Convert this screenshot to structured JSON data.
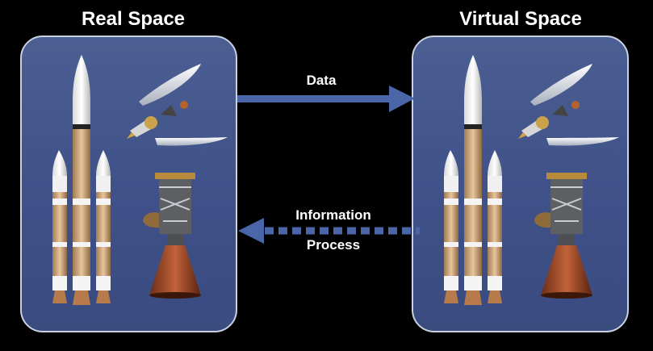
{
  "panels": {
    "left": {
      "title": "Real Space"
    },
    "right": {
      "title": "Virtual Space"
    }
  },
  "arrows": {
    "data": {
      "label": "Data"
    },
    "info": {
      "line1": "Information",
      "line2": "Process"
    }
  },
  "colors": {
    "background": "#000000",
    "panel_fill": "#4b5f93",
    "panel_border": "#c9d0df",
    "arrow": "#4a66a8",
    "text": "#ffffff"
  },
  "icons": {
    "rocket": "heavy-launch-vehicle-icon",
    "fairing": "payload-fairing-icon",
    "spacecraft": "spacecraft-capsule-icon",
    "engine": "rocket-engine-icon"
  }
}
